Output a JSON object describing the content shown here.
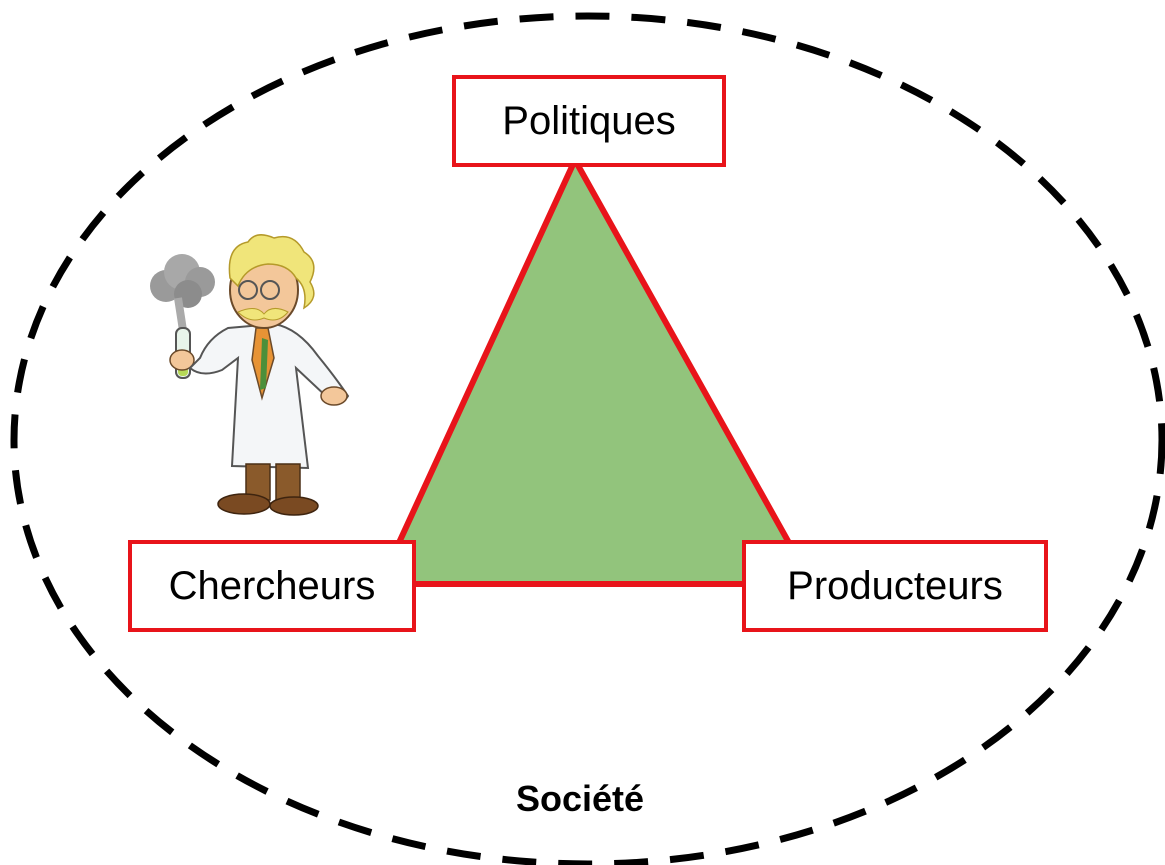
{
  "diagram": {
    "society_label": "Société",
    "nodes": {
      "top": "Politiques",
      "left": "Chercheurs",
      "right": "Producteurs"
    },
    "illustration": "scientist-clipart",
    "colors": {
      "triangle_fill": "#92c47c",
      "triangle_stroke": "#e8141a",
      "box_border": "#e8141a",
      "ellipse_stroke": "#000000"
    }
  }
}
